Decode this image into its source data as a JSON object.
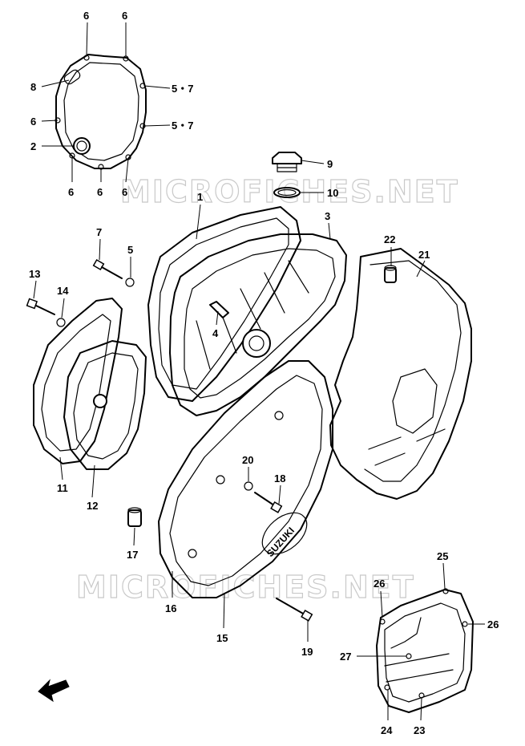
{
  "watermarks": [
    "MICROFICHES.NET",
    "MICROFICHES.NET"
  ],
  "logo_text": "SUZUKI",
  "callouts": [
    {
      "id": "c6a",
      "text": "6"
    },
    {
      "id": "c6b",
      "text": "6"
    },
    {
      "id": "c8",
      "text": "8"
    },
    {
      "id": "c57a",
      "text": "5・7"
    },
    {
      "id": "c6c",
      "text": "6"
    },
    {
      "id": "c57b",
      "text": "5・7"
    },
    {
      "id": "c2",
      "text": "2"
    },
    {
      "id": "c6d",
      "text": "6"
    },
    {
      "id": "c6e",
      "text": "6"
    },
    {
      "id": "c6f",
      "text": "6"
    },
    {
      "id": "c9",
      "text": "9"
    },
    {
      "id": "c10",
      "text": "10"
    },
    {
      "id": "c1",
      "text": "1"
    },
    {
      "id": "c3",
      "text": "3"
    },
    {
      "id": "c7",
      "text": "7"
    },
    {
      "id": "c5",
      "text": "5"
    },
    {
      "id": "c22",
      "text": "22"
    },
    {
      "id": "c21",
      "text": "21"
    },
    {
      "id": "c13",
      "text": "13"
    },
    {
      "id": "c14",
      "text": "14"
    },
    {
      "id": "c4",
      "text": "4"
    },
    {
      "id": "c11",
      "text": "11"
    },
    {
      "id": "c12",
      "text": "12"
    },
    {
      "id": "c20",
      "text": "20"
    },
    {
      "id": "c18",
      "text": "18"
    },
    {
      "id": "c17",
      "text": "17"
    },
    {
      "id": "c16",
      "text": "16"
    },
    {
      "id": "c15",
      "text": "15"
    },
    {
      "id": "c19",
      "text": "19"
    },
    {
      "id": "c25",
      "text": "25"
    },
    {
      "id": "c26a",
      "text": "26"
    },
    {
      "id": "c26b",
      "text": "26"
    },
    {
      "id": "c27",
      "text": "27"
    },
    {
      "id": "c24",
      "text": "24"
    },
    {
      "id": "c23",
      "text": "23"
    }
  ]
}
